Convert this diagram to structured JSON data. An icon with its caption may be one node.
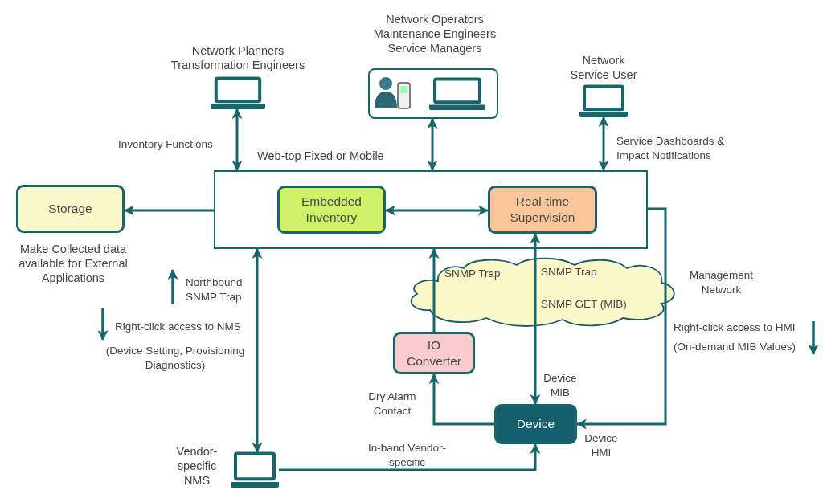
{
  "diagram": {
    "nodes": [
      {
        "text": [
          "Network Planners Transformation Engineers"
        ]
      },
      {
        "text": [
          "Network Operators Maintenance Engineers Service Managers"
        ]
      },
      {
        "text": [
          "Network Service User"
        ]
      },
      {
        "text": [
          "Web-top Fixed or Mobile"
        ]
      },
      {
        "text": [
          "Embedded Inventory"
        ],
        "in": 3
      },
      {
        "text": [
          "Real-time Supervision"
        ],
        "in": 3
      },
      {
        "text": [
          "Storage"
        ],
        "beside": [
          "Make Collected data available for External Applications"
        ]
      },
      {
        "text": [
          "IO Converter"
        ]
      },
      {
        "text": [
          "Device"
        ]
      },
      {
        "text": [
          "Vendor-specific NMS"
        ]
      }
    ],
    "edges": [
      {
        "from": 0,
        "to": 3,
        "arrow": "both",
        "label": "Inventory Functions"
      },
      {
        "from": 1,
        "to": 3,
        "arrow": "both"
      },
      {
        "from": 2,
        "to": 3,
        "arrow": "both",
        "label": "Service Dashboards & Impact Notifications"
      },
      {
        "from": 3,
        "to": 6,
        "arrow": "to"
      },
      {
        "from": 4,
        "to": 5,
        "arrow": "both"
      },
      {
        "from": 7,
        "to": 3,
        "arrow": "to",
        "label": "SNMP Trap"
      },
      {
        "from": 8,
        "to": 5,
        "arrow": "both",
        "label": "Device MIB"
      },
      {
        "from": 8,
        "to": 7,
        "arrow": "to",
        "label": "Dry Alarm Contact"
      },
      {
        "from": 3,
        "to": 8,
        "arrow": "to",
        "label": "Device HMI"
      },
      {
        "from": 3,
        "to": 9,
        "arrow": "both"
      },
      {
        "from": 9,
        "to": 8,
        "arrow": "to",
        "label": "In-band Vendor-specific"
      }
    ],
    "labels": [
      "SNMP Trap",
      "Management Network",
      "SNMP GET (MIB)",
      "Northbound SNMP Trap",
      "Right-click access to NMS",
      "Right-click access to HMI",
      "(On-demand MIB Values)",
      "(Device Setting, Provisioning Diagnostics)"
    ]
  }
}
